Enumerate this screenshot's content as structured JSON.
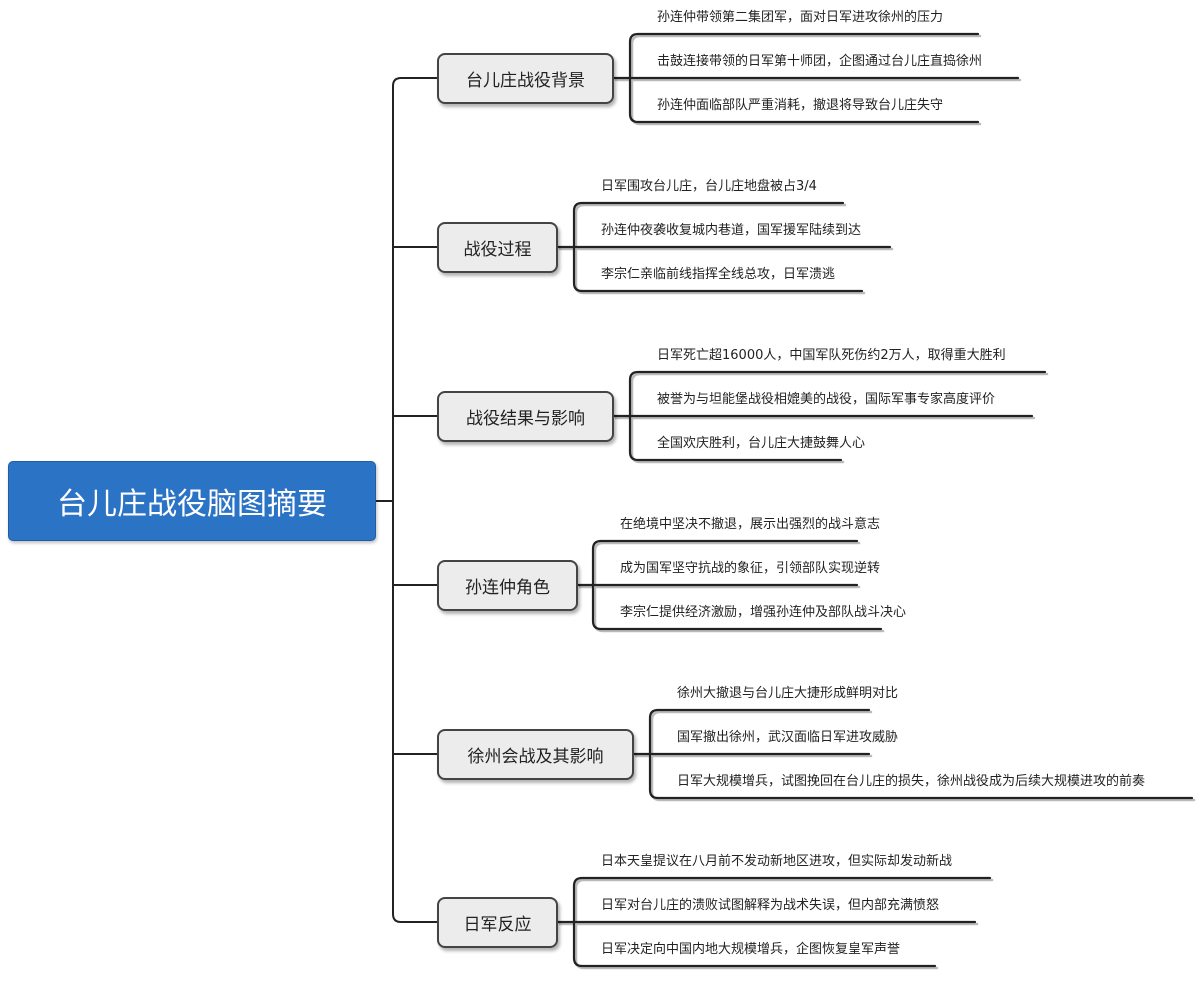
{
  "root": {
    "label": "台儿庄战役脑图摘要",
    "color": "#2b73c5"
  },
  "branches": [
    {
      "label": "台儿庄战役背景",
      "items": [
        "孙连仲带领第二集团军，面对日军进攻徐州的压力",
        "击鼓连接带领的日军第十师团，企图通过台儿庄直捣徐州",
        "孙连仲面临部队严重消耗，撤退将导致台儿庄失守"
      ]
    },
    {
      "label": "战役过程",
      "items": [
        "日军围攻台儿庄，台儿庄地盘被占3/4",
        "孙连仲夜袭收复城内巷道，国军援军陆续到达",
        "李宗仁亲临前线指挥全线总攻，日军溃逃"
      ]
    },
    {
      "label": "战役结果与影响",
      "items": [
        "日军死亡超16000人，中国军队死伤约2万人，取得重大胜利",
        "被誉为与坦能堡战役相媲美的战役，国际军事专家高度评价",
        "全国欢庆胜利，台儿庄大捷鼓舞人心"
      ]
    },
    {
      "label": "孙连仲角色",
      "items": [
        "在绝境中坚决不撤退，展示出强烈的战斗意志",
        "成为国军坚守抗战的象征，引领部队实现逆转",
        "李宗仁提供经济激励，增强孙连仲及部队战斗决心"
      ]
    },
    {
      "label": "徐州会战及其影响",
      "items": [
        "徐州大撤退与台儿庄大捷形成鲜明对比",
        "国军撤出徐州，武汉面临日军进攻威胁",
        "日军大规模增兵，试图挽回在台儿庄的损失，徐州战役成为后续大规模进攻的前奏"
      ]
    },
    {
      "label": "日军反应",
      "items": [
        "日本天皇提议在八月前不发动新地区进攻，但实际却发动新战",
        "日军对台儿庄的溃败试图解释为战术失误，但内部充满愤怒",
        "日军决定向中国内地大规模增兵，企图恢复皇军声誉"
      ]
    }
  ]
}
